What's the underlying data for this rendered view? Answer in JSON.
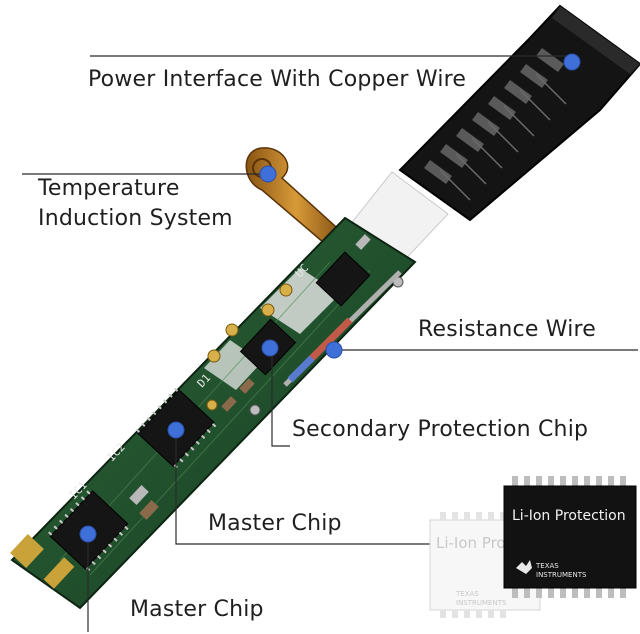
{
  "labels": {
    "power_interface": "Power Interface With Copper Wire",
    "temperature_line1": "Temperature",
    "temperature_line2": "Induction System",
    "resistance_wire": "Resistance Wire",
    "secondary_chip": "Secondary Protection Chip",
    "master_chip_1": "Master Chip",
    "master_chip_2": "Master Chip"
  },
  "board_markings": {
    "u_label": "UC",
    "d_label": "D1",
    "ic1": "IC1",
    "ic2": "IC2"
  },
  "inset": {
    "chip_front_label": "Li-Ion Protection",
    "chip_back_label": "Li-Ion Pro",
    "brand_line1": "TEXAS",
    "brand_line2": "INSTRUMENTS"
  },
  "colors": {
    "pcb_green": "#1f4a2a",
    "marker_blue": "#3f6fd8",
    "leader_line": "#2b2b2b",
    "connector_black": "#141414",
    "copper": "#c98a2a"
  }
}
